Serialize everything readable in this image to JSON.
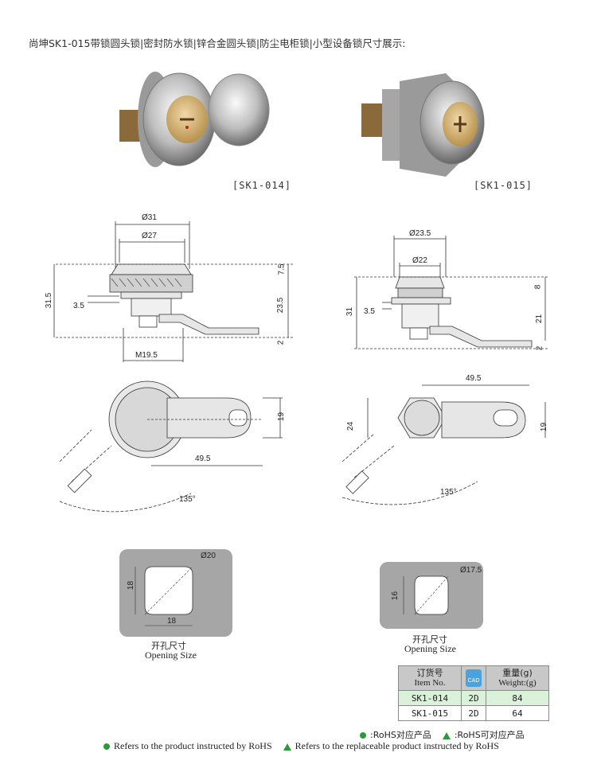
{
  "header": {
    "title": "尚坤SK1-015带锁圆头锁|密封防水锁|锌合金圆头锁|防尘电柜锁|小型设备锁尺寸展示:"
  },
  "photos": [
    {
      "label": "[SK1-014]"
    },
    {
      "label": "[SK1-015]"
    }
  ],
  "dims_014_side": {
    "d31": "Ø31",
    "d27": "Ø27",
    "h75": "7.5",
    "h315": "31.5",
    "h35": "3.5",
    "h235": "23.5",
    "h2": "2",
    "m195": "M19.5"
  },
  "dims_015_side": {
    "d235": "Ø23.5",
    "d22": "Ø22",
    "h8": "8",
    "h31": "31",
    "h35": "3.5",
    "h21": "21",
    "h2": "2"
  },
  "dims_014_top": {
    "w495": "49.5",
    "h19": "19",
    "ang": "135°"
  },
  "dims_015_top": {
    "w495": "49.5",
    "h24": "24",
    "h19": "19",
    "ang": "135°"
  },
  "opening_014": {
    "dia": "Ø20",
    "h": "18",
    "w": "18"
  },
  "opening_015": {
    "dia": "Ø17.5",
    "h": "16"
  },
  "opening_label": {
    "cn": "开孔尺寸",
    "en": "Opening Size"
  },
  "order_table": {
    "col_item_cn": "订货号",
    "col_item_en": "Item No.",
    "col_cad": "CAD",
    "col_weight_cn": "重量(g)",
    "col_weight_en": "Weight:(g)",
    "rows": [
      {
        "item": "SK1-014",
        "cad": "2D",
        "weight": "84"
      },
      {
        "item": "SK1-015",
        "cad": "2D",
        "weight": "64"
      }
    ]
  },
  "legend": {
    "cn_rohs": ":RoHS对应产品",
    "cn_replace": ":RoHS可对应产品",
    "en_rohs": "Refers to the product instructed by RoHS",
    "en_replace": "Refers to the replaceable product instructed by RoHS"
  },
  "colors": {
    "accent_green": "#2a9a3a",
    "highlight_row": "#d9f2d9",
    "panel_gray": "#a6a6a6"
  }
}
